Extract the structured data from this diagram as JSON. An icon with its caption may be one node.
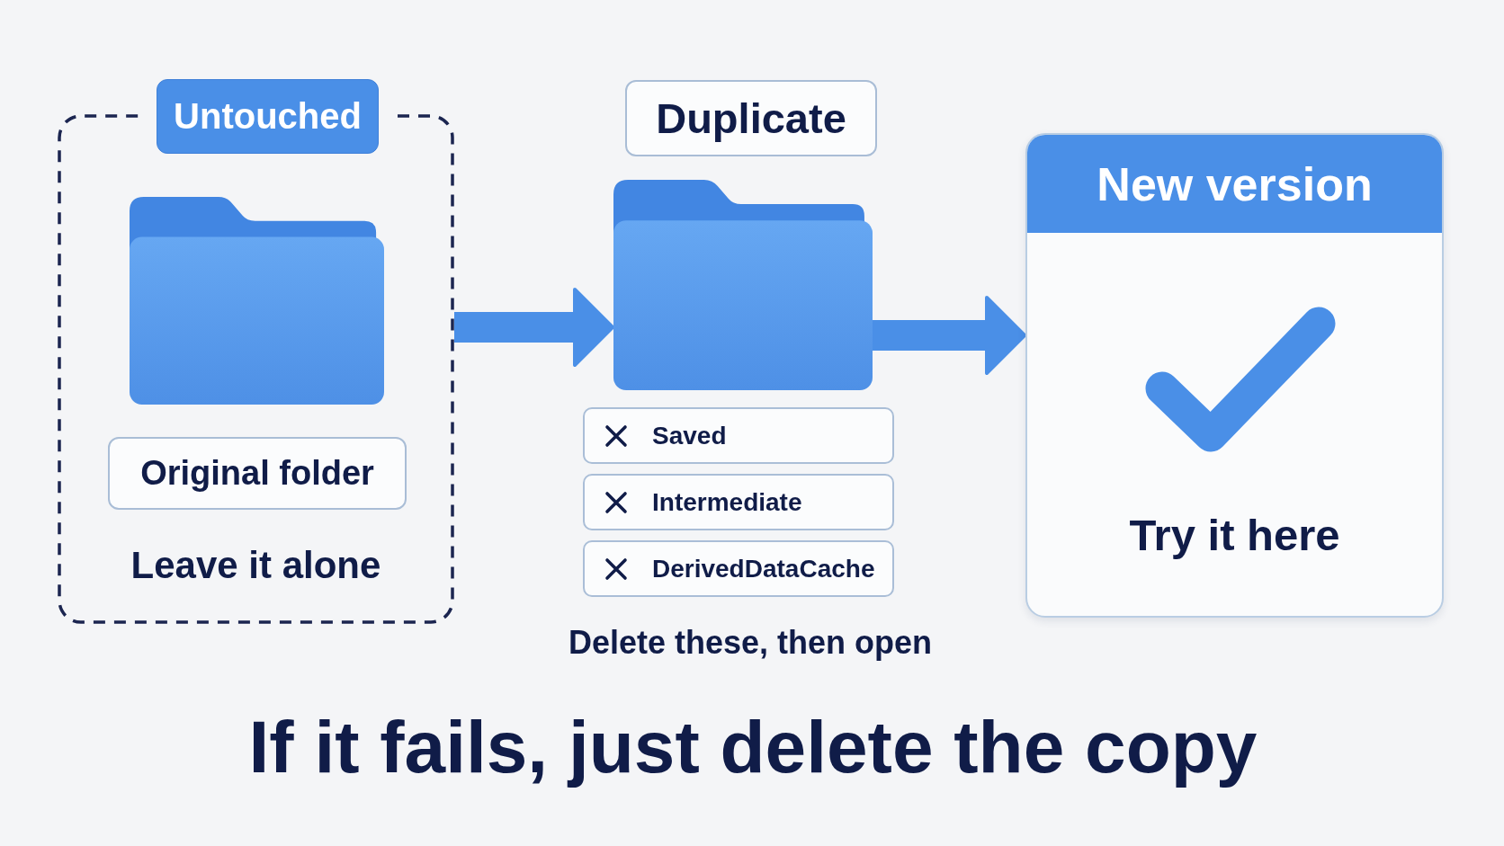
{
  "diagram": {
    "caption": "If it fails, just delete the copy",
    "nodes": [
      {
        "text": [
          "Untouched",
          "Leave it alone"
        ]
      },
      {
        "text": [],
        "shape": "folder",
        "in": 0
      },
      {
        "text": [
          "Original folder"
        ],
        "in": 0
      },
      {
        "text": [
          "Duplicate"
        ]
      },
      {
        "text": [],
        "shape": "folder"
      },
      {
        "text": [
          "Saved"
        ]
      },
      {
        "text": [
          "Intermediate"
        ]
      },
      {
        "text": [
          "DerivedDataCache"
        ]
      },
      {
        "text": [
          "New version",
          "Try it here"
        ]
      }
    ],
    "edges": [
      {
        "from": 0,
        "to": 4,
        "arrow": "to"
      },
      {
        "from": 4,
        "to": 8,
        "arrow": "to"
      }
    ],
    "labels": [
      "Delete these, then open"
    ]
  }
}
